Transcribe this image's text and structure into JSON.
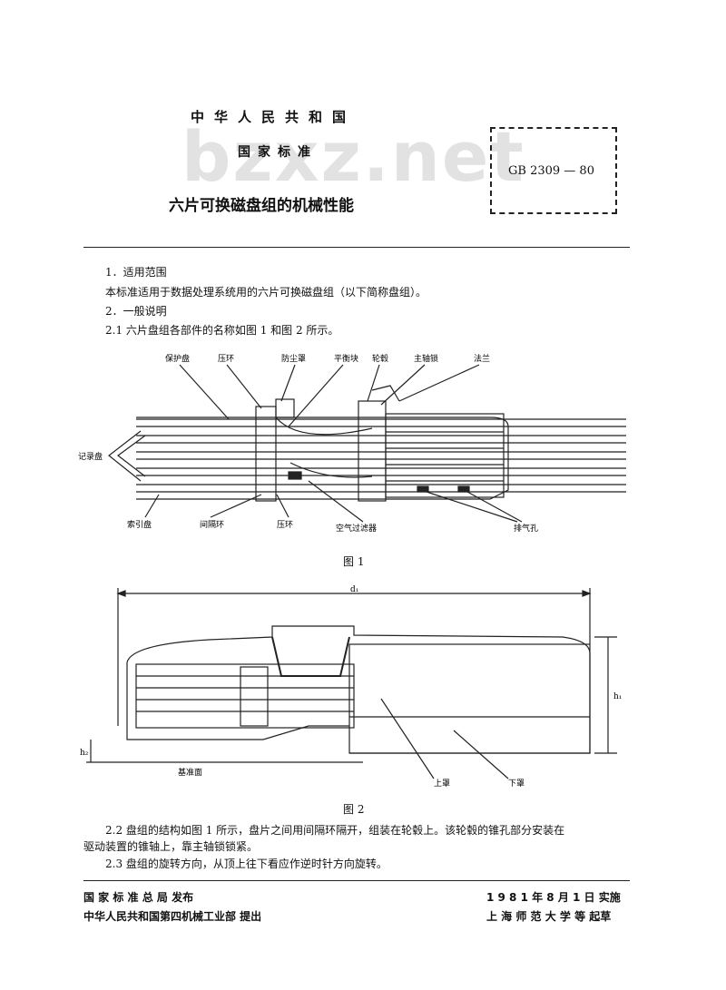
{
  "header": {
    "country": "中华人民共和国",
    "standard_type": "国家标准",
    "title": "六片可换磁盘组的机械性能",
    "watermark": "bzxz.net",
    "code": "GB 2309 — 80"
  },
  "body": {
    "s1_heading": "1．适用范围",
    "s1_text": "本标准适用于数据处理系统用的六片可换磁盘组（以下简称盘组）。",
    "s2_heading": "2．一般说明",
    "s21_text": "2.1  六片盘组各部件的名称如图 1 和图 2 所示。",
    "s22_line1": "2.2  盘组的结构如图 1 所示，盘片之间用间隔环隔开，组装在轮毂上。该轮毂的锥孔部分安装在",
    "s22_line2": "驱动装置的锥轴上，靠主轴锁锁紧。",
    "s23_text": "2.3  盘组的旋转方向，从顶上往下看应作逆时针方向旋转。"
  },
  "figure1": {
    "caption": "图  1",
    "labels": {
      "protect_disk": "保护盘",
      "press_ring": "压环",
      "locating_cover": "防尘罩",
      "balance_block": "平衡块",
      "hub": "轮毂",
      "spindle_lock": "主轴锁",
      "flange": "法兰",
      "record_disk": "记录盘",
      "index_disk": "索引盘",
      "spacer_ring": "间隔环",
      "clamp_ring": "压环",
      "air_filter": "空气过滤器",
      "vent_hole": "排气孔"
    }
  },
  "figure2": {
    "caption": "图  2",
    "labels": {
      "d1": "d₁",
      "h1": "h₁",
      "h2": "h₂",
      "datum": "基准面",
      "upper_cover": "上罩",
      "lower_cover": "下罩"
    }
  },
  "footer": {
    "issuer": "国  家  标  准  总  局   发布",
    "date": "1 9 8 1 年 8 月 1 日   实施",
    "proposer": "中华人民共和国第四机械工业部   提出",
    "drafter": "上 海 师 范 大 学 等   起草"
  }
}
